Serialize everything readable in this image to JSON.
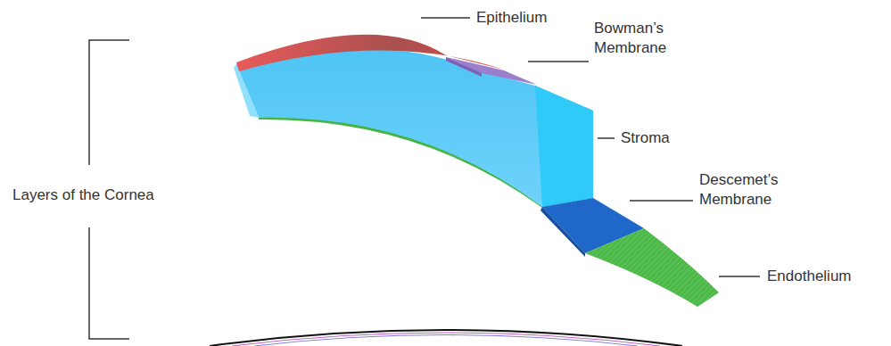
{
  "diagram": {
    "labels": [
      "Epithelium",
      "Bowman’s Membrane",
      "Stroma",
      "Descemet’s Membrane",
      "Endothelium",
      "Layers of the Cornea"
    ]
  }
}
